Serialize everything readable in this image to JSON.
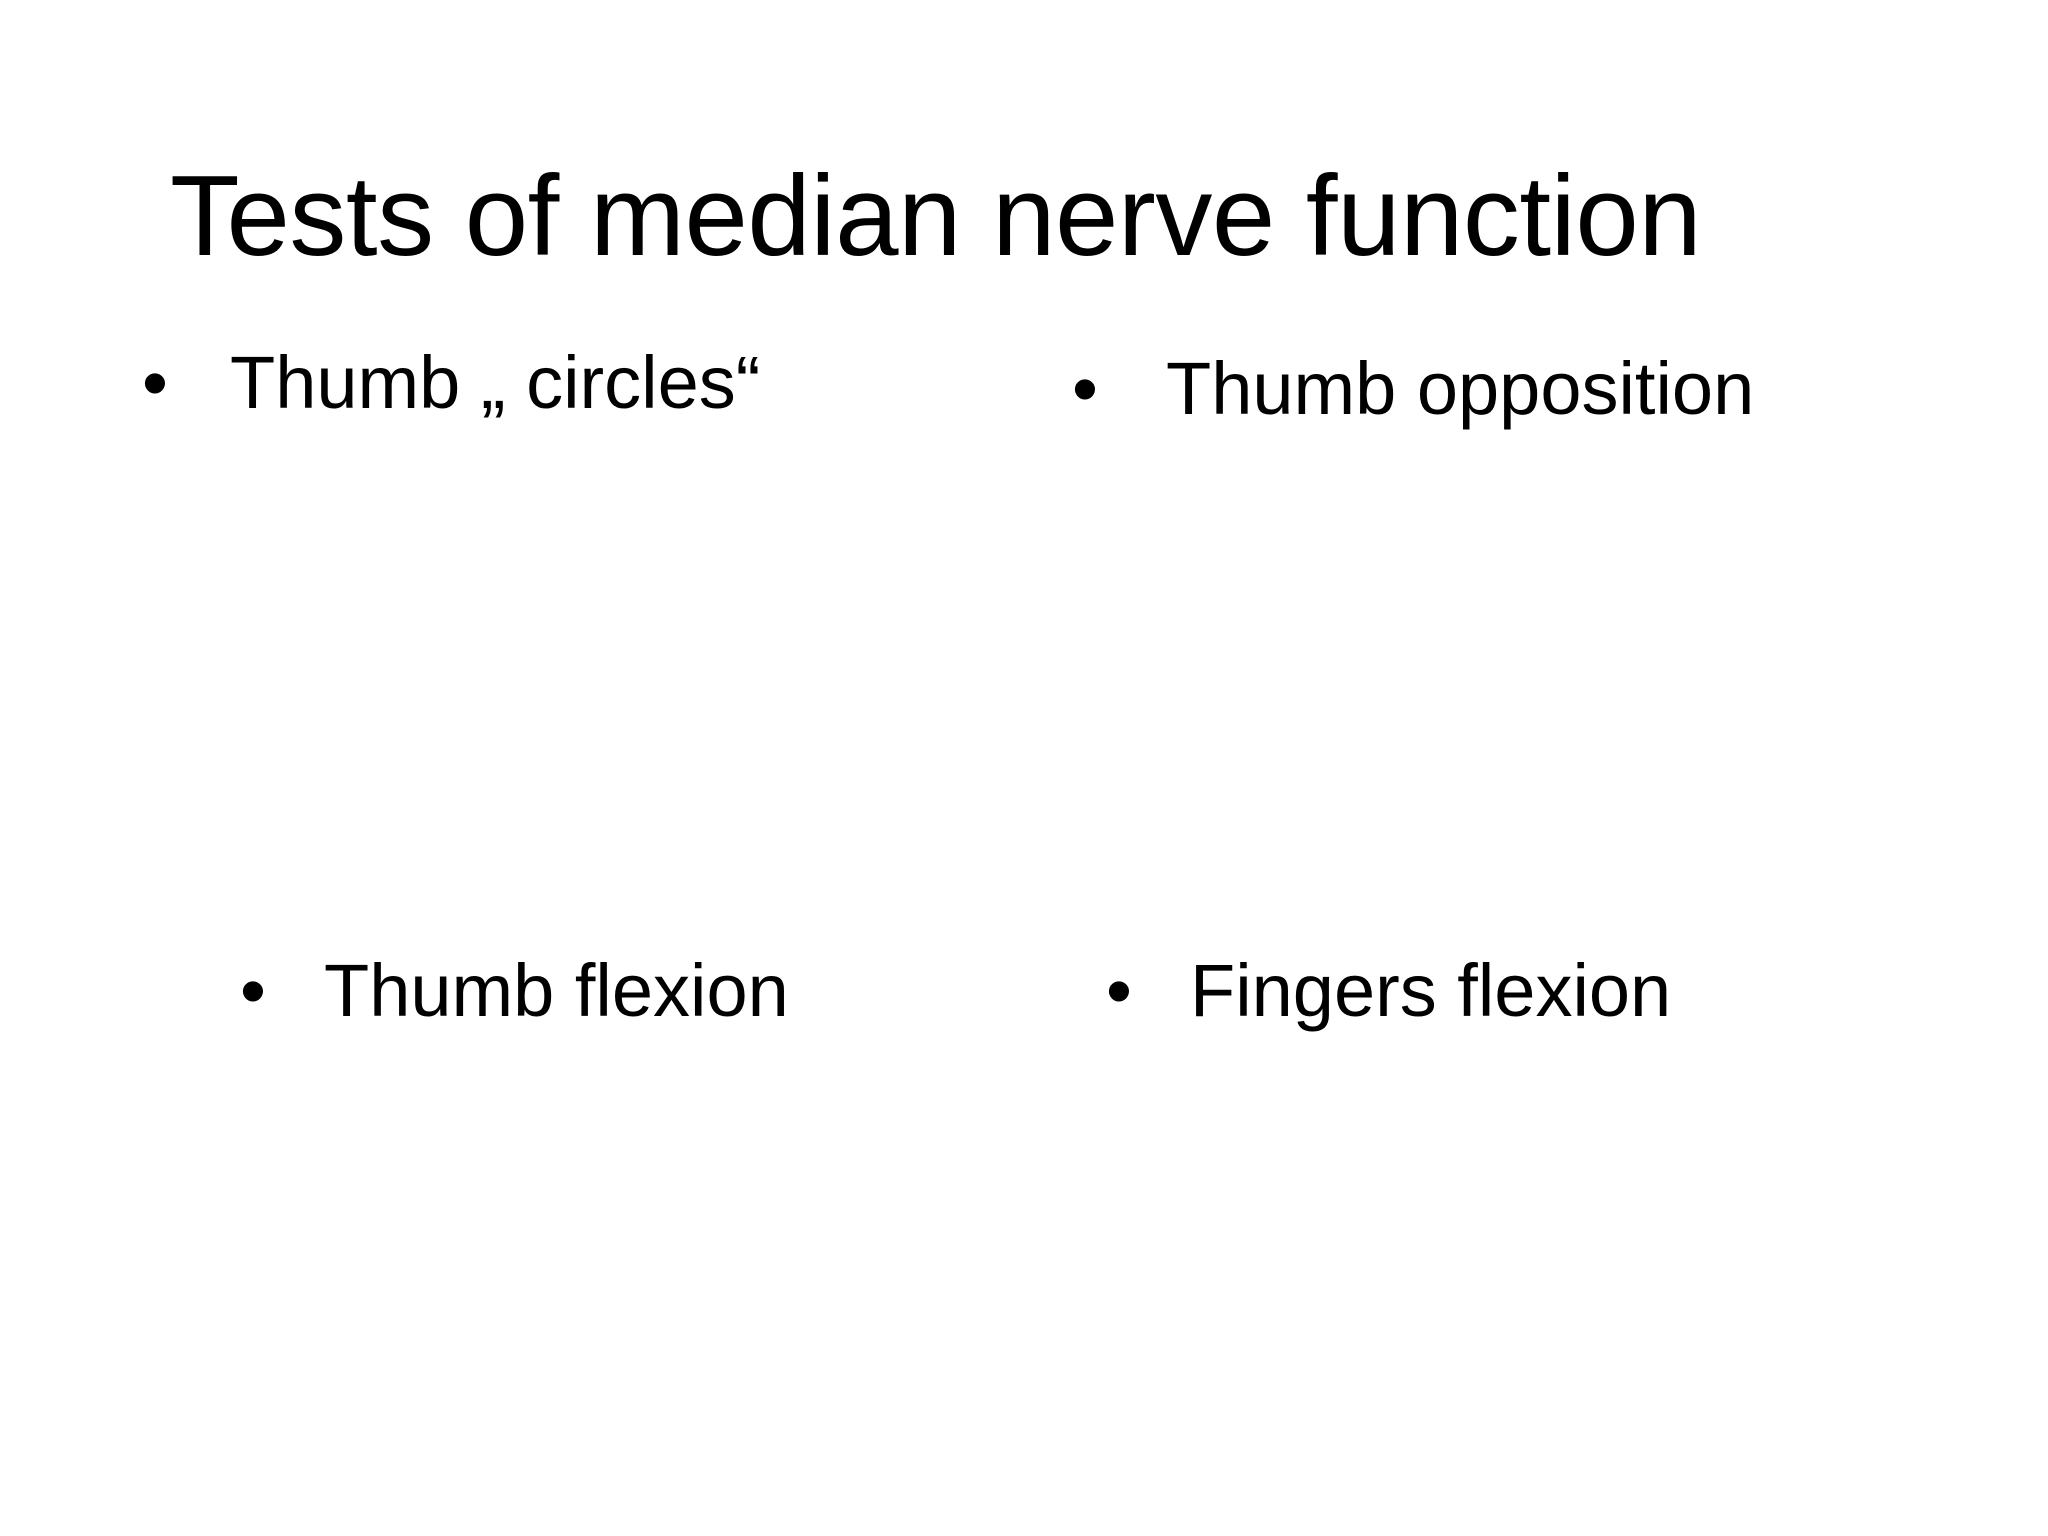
{
  "slide": {
    "background_color": "#ffffff",
    "text_color": "#000000",
    "title": "Tests of median nerve function",
    "bullet_marker": "•",
    "items": [
      {
        "id": "thumb-circles",
        "label": "Thumb „  circles“",
        "column": "left",
        "row": "top"
      },
      {
        "id": "thumb-opposition",
        "label": "Thumb opposition",
        "column": "right",
        "row": "top"
      },
      {
        "id": "thumb-flexion",
        "label": "Thumb flexion",
        "column": "left",
        "row": "bottom"
      },
      {
        "id": "fingers-flexion",
        "label": "Fingers flexion",
        "column": "right",
        "row": "bottom"
      }
    ]
  }
}
